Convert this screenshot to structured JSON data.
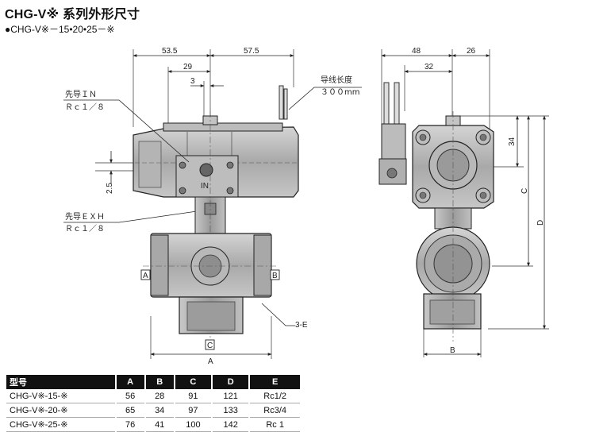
{
  "title": "CHG-V※ 系列外形尺寸",
  "subtitle": "●CHG-V※－15•20•25－※",
  "front_view": {
    "dims": {
      "d1": "53.5",
      "d2": "57.5",
      "d3": "29",
      "d4": "3",
      "d5": "2.5"
    },
    "labels": {
      "pilot_in": "先导ＩＮ",
      "pilot_in_thread": "Ｒｃ１／８",
      "pilot_exh": "先导ＥＸＨ",
      "pilot_exh_thread": "Ｒｃ１／８",
      "lead_wire": "导线长度",
      "lead_wire_len": "３００mm",
      "in_mark": "IN",
      "port_a": "A",
      "port_b": "B",
      "port_c": "C",
      "port_e": "3-E",
      "dim_a": "A"
    }
  },
  "side_view": {
    "dims": {
      "d1": "48",
      "d2": "26",
      "d3": "32",
      "d4": "34",
      "dim_c": "C",
      "dim_d": "D",
      "dim_b": "B"
    }
  },
  "table": {
    "headers": [
      "型号",
      "A",
      "B",
      "C",
      "D",
      "E"
    ],
    "rows": [
      [
        "CHG-V※-15-※",
        "56",
        "28",
        "91",
        "121",
        "Rc1/2"
      ],
      [
        "CHG-V※-20-※",
        "65",
        "34",
        "97",
        "133",
        "Rc3/4"
      ],
      [
        "CHG-V※-25-※",
        "76",
        "41",
        "100",
        "142",
        "Rc 1"
      ]
    ]
  }
}
